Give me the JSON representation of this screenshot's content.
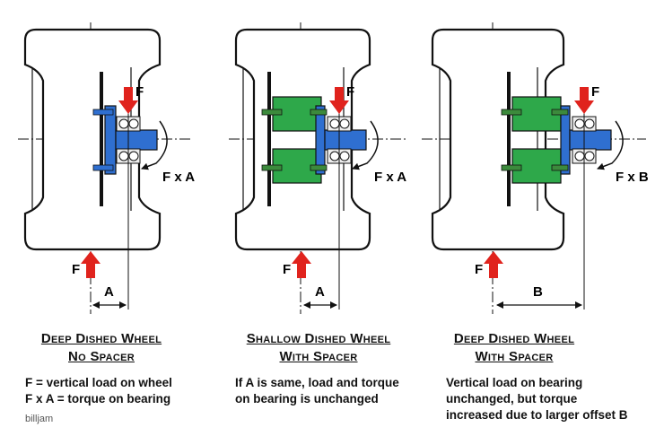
{
  "panels": [
    {
      "force_top": "F",
      "force_bottom": "F",
      "moment_label": "F x A",
      "offset_label": "A",
      "title_line1": "Deep Dished Wheel",
      "title_line2": "No Spacer",
      "desc_line1": "F = vertical load on wheel",
      "desc_line2": "F x A = torque on bearing",
      "desc_line3": ""
    },
    {
      "force_top": "F",
      "force_bottom": "F",
      "moment_label": "F x A",
      "offset_label": "A",
      "title_line1": "Shallow Dished Wheel",
      "title_line2": "With Spacer",
      "desc_line1": "If A is same, load and torque",
      "desc_line2": "on bearing is unchanged",
      "desc_line3": ""
    },
    {
      "force_top": "F",
      "force_bottom": "F",
      "moment_label": "F x B",
      "offset_label": "B",
      "title_line1": "Deep Dished Wheel",
      "title_line2": "With Spacer",
      "desc_line1": "Vertical load on bearing",
      "desc_line2": "unchanged, but torque",
      "desc_line3": "increased due to larger offset B"
    }
  ],
  "credit": "billjam",
  "colors": {
    "hub": "#2f6fd0",
    "spacer": "#2ea84a",
    "force_arrow": "#e0231d",
    "bolt": "#3c8a3c",
    "outline": "#111111"
  }
}
